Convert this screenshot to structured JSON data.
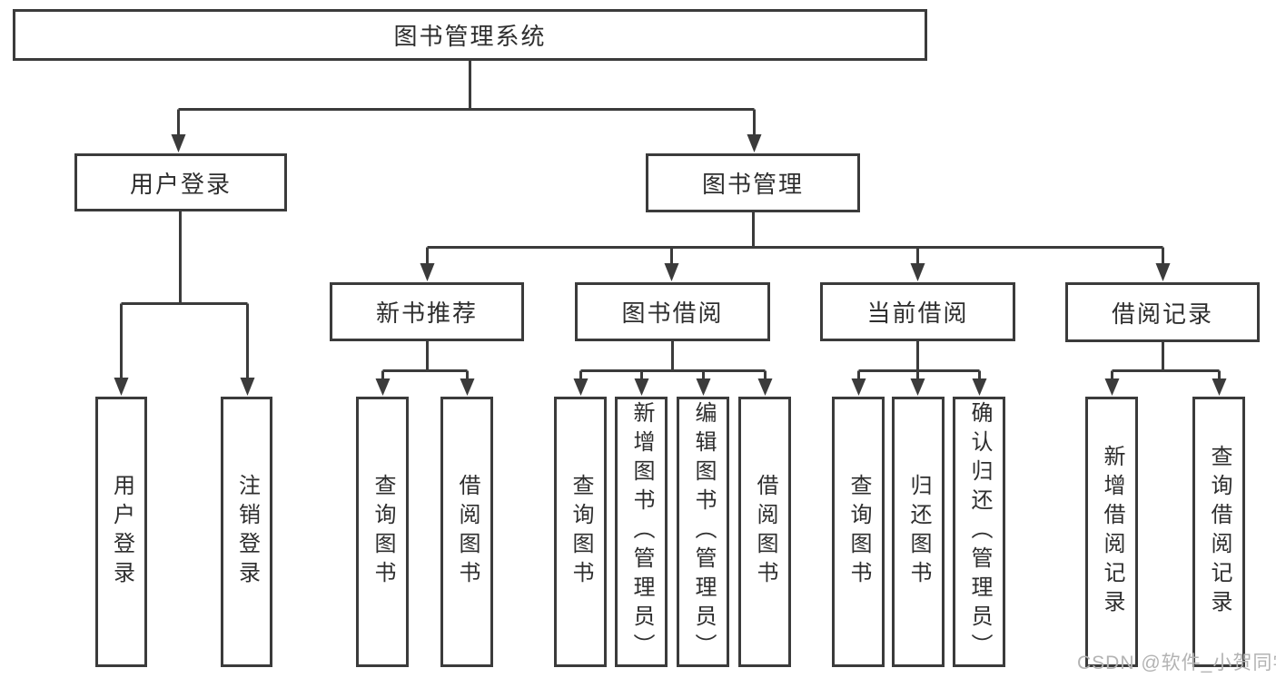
{
  "nodes": {
    "root": "图书管理系统",
    "user_login": "用户登录",
    "book_mgmt": "图书管理",
    "login_leaf": "用户登录",
    "logout_leaf": "注销登录",
    "new_book_rec": "新书推荐",
    "book_borrow": "图书借阅",
    "current_borrow": "当前借阅",
    "borrow_record": "借阅记录",
    "nbr_query": "查询图书",
    "nbr_borrow": "借阅图书",
    "bb_query": "查询图书",
    "bb_add": "新增图书（管理员）",
    "bb_edit": "编辑图书（管理员）",
    "bb_borrow": "借阅图书",
    "cb_query": "查询图书",
    "cb_return": "归还图书",
    "cb_confirm": "确认归还（管理员）",
    "br_add": "新增借阅记录",
    "br_query": "查询借阅记录"
  },
  "watermark": "CSDN @软件_小贺同学",
  "colors": {
    "line": "#3b3b3b",
    "text": "#2e2e2e",
    "box_background": "#ffffff",
    "watermark": "#b3b3b3",
    "background": "#ffffff"
  }
}
